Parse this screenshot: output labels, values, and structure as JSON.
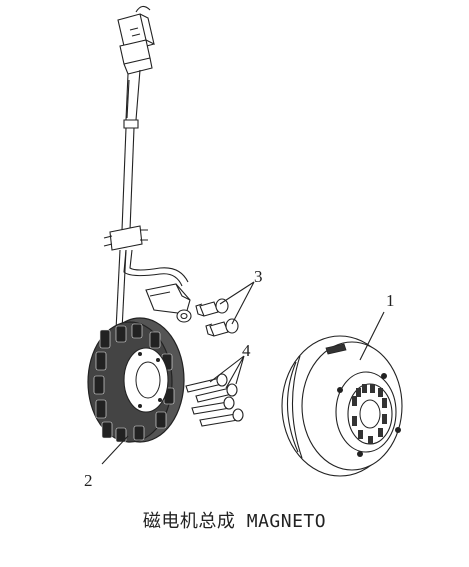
{
  "diagram": {
    "callouts": [
      {
        "id": "1",
        "text": "1"
      },
      {
        "id": "2",
        "text": "2"
      },
      {
        "id": "3",
        "text": "3"
      },
      {
        "id": "4",
        "text": "4"
      }
    ],
    "caption": "磁电机总成 MAGNETO"
  }
}
